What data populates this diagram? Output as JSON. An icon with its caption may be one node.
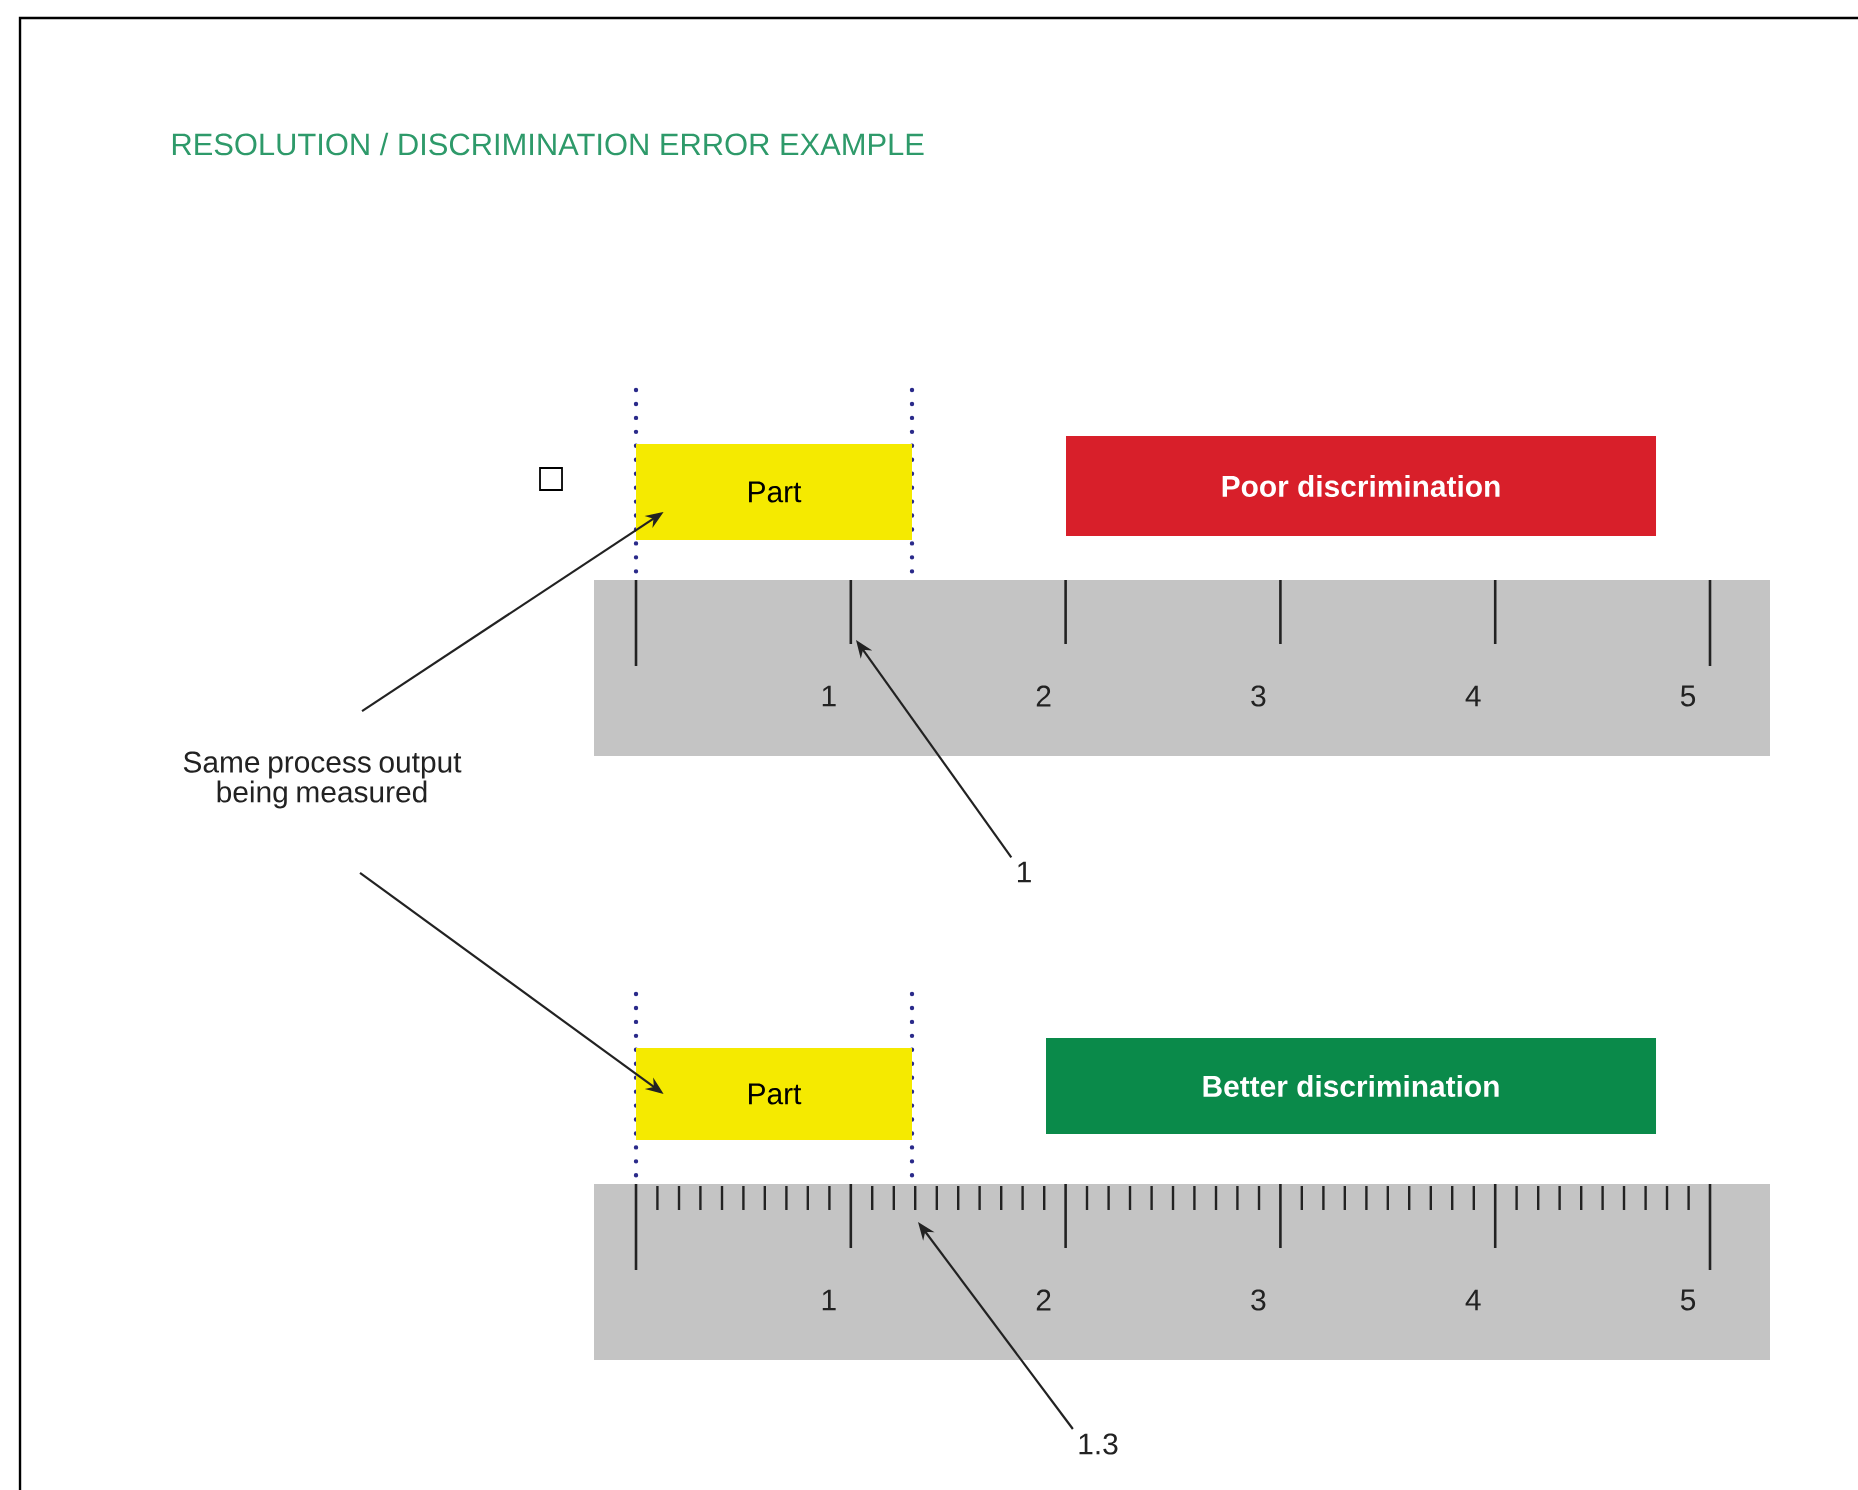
{
  "diagram": {
    "title": "RESOLUTION / DISCRIMINATION ERROR EXAMPLE",
    "nodes": [
      {
        "text": [
          "Part"
        ]
      },
      {
        "text": [
          "Poor discrimination"
        ]
      },
      {
        "text": [
          "Part"
        ]
      },
      {
        "text": [
          "Better discrimination"
        ]
      },
      {
        "text": [
          "Same process output being measured"
        ]
      },
      {
        "text": [
          "1"
        ]
      },
      {
        "text": [
          "1.3"
        ]
      }
    ],
    "edges": [
      {
        "from": 4,
        "to": 0,
        "arrow": "to"
      },
      {
        "from": 4,
        "to": 2,
        "arrow": "to"
      },
      {
        "from": 5,
        "to": null,
        "arrow": "to"
      },
      {
        "from": 6,
        "to": null,
        "arrow": "to"
      }
    ],
    "labels": [
      "1",
      "2",
      "3",
      "4",
      "5",
      "1",
      "2",
      "3",
      "4",
      "5"
    ]
  }
}
